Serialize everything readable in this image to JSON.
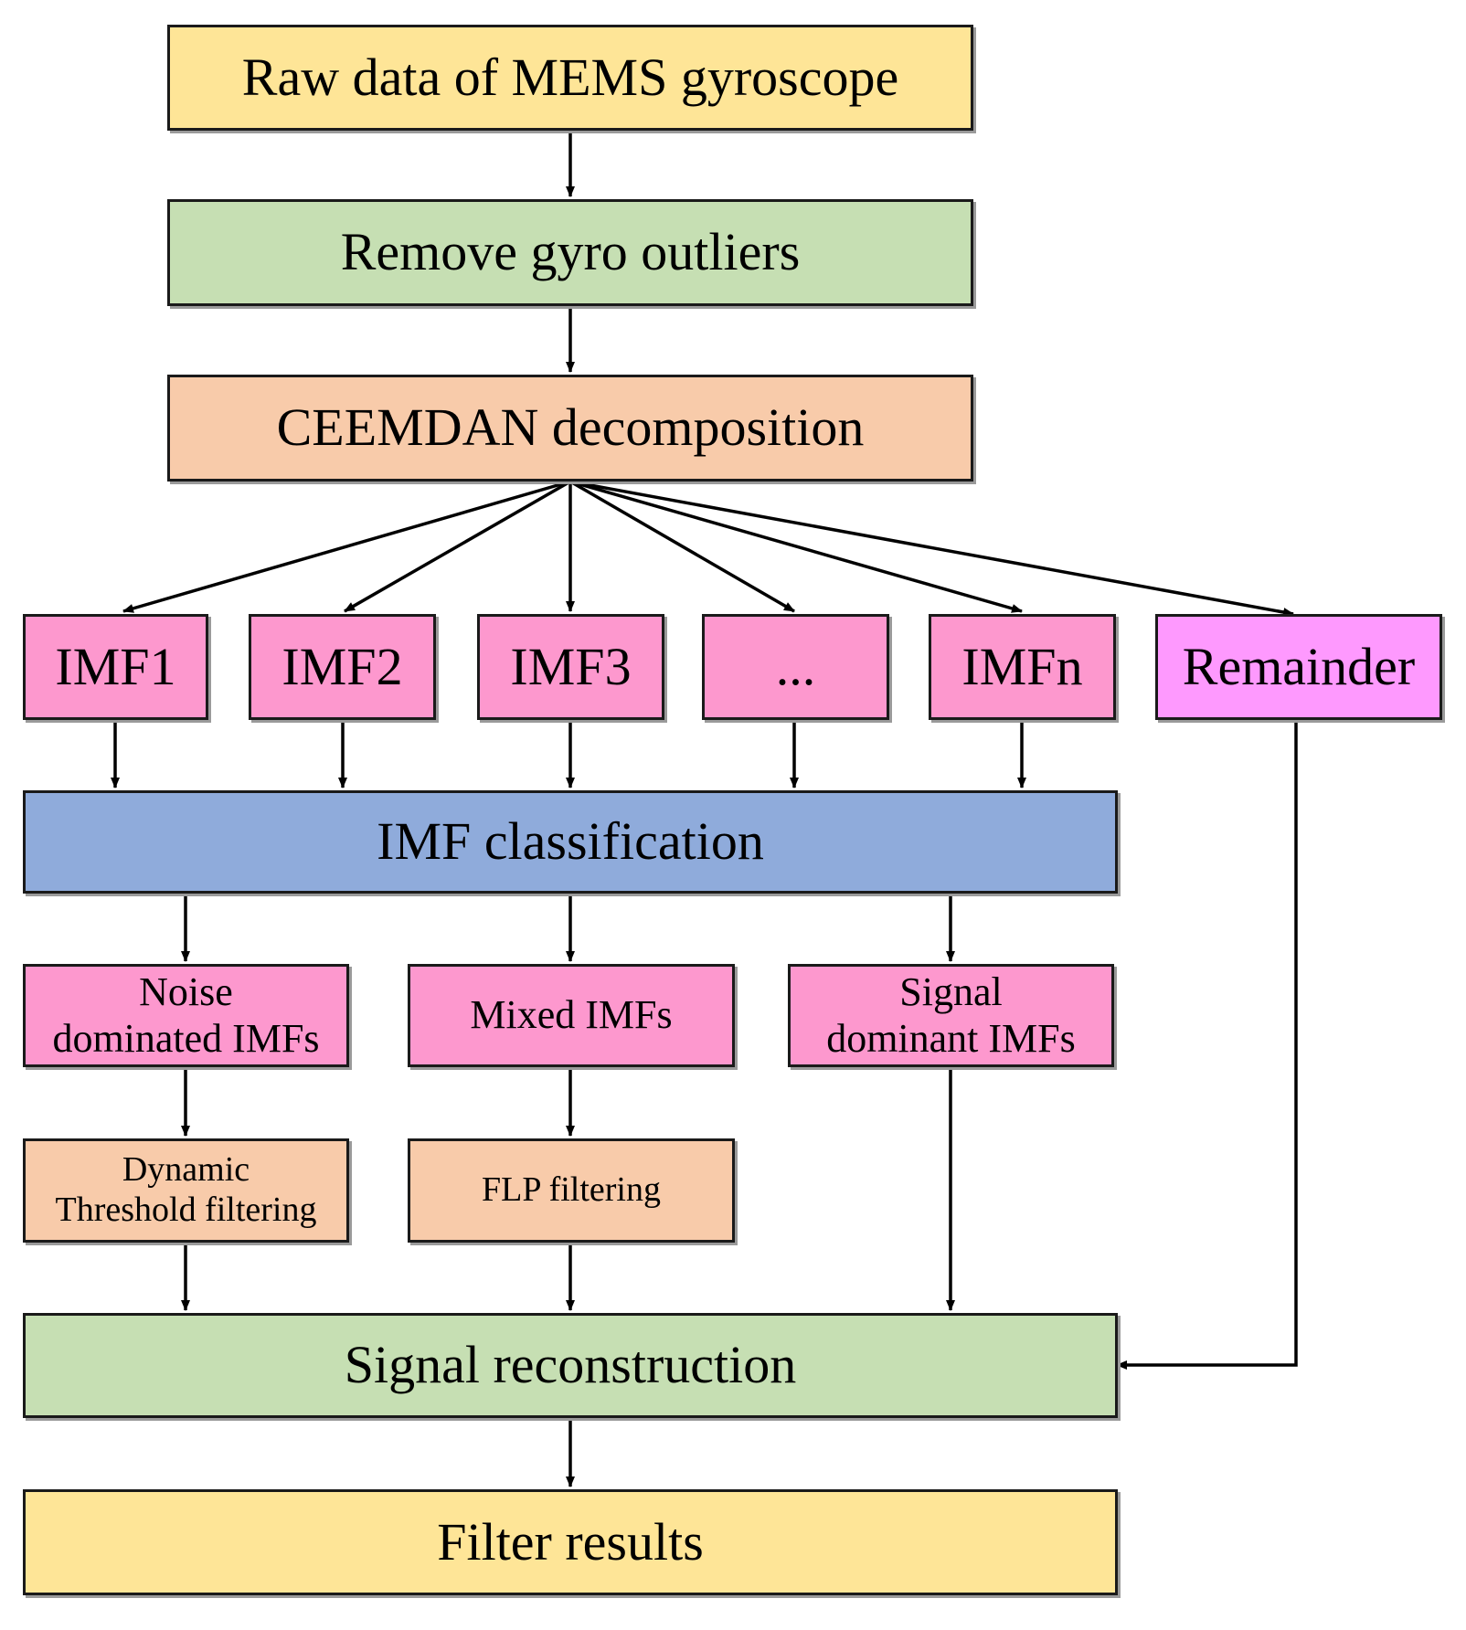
{
  "nodes": {
    "raw": "Raw data of MEMS gyroscope",
    "remove": "Remove gyro outliers",
    "ceemdan": "CEEMDAN decomposition",
    "imf1": "IMF1",
    "imf2": "IMF2",
    "imf3": "IMF3",
    "ellipsis": "...",
    "imfn": "IMFn",
    "remainder": "Remainder",
    "classification": "IMF classification",
    "noise": "Noise\ndominated IMFs",
    "mixed": "Mixed IMFs",
    "signal": "Signal\ndominant IMFs",
    "dynamic": "Dynamic\nThreshold filtering",
    "flp": "FLP filtering",
    "reconstruction": "Signal reconstruction",
    "results": "Filter results"
  },
  "colors": {
    "yellow": "#fee597",
    "green": "#c6dfb3",
    "orange": "#f8cbaa",
    "pink": "#fd98ce",
    "magenta": "#fe99fe",
    "blue": "#8fabdb",
    "stroke": "#1a1a1a"
  }
}
